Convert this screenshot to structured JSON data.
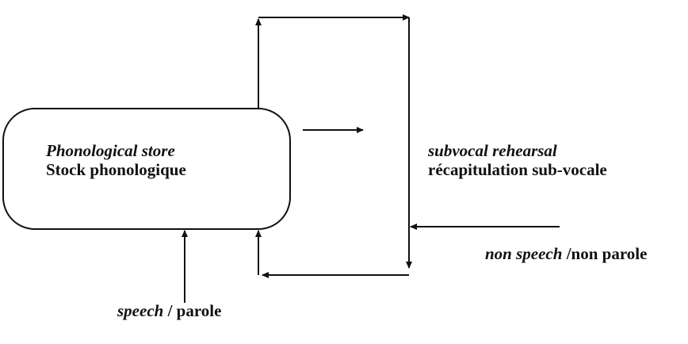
{
  "phonological_store": {
    "english": "Phonological store",
    "french": "Stock phonologique"
  },
  "subvocal_rehearsal": {
    "english": "subvocal rehearsal",
    "french": "récapitulation sub-vocale"
  },
  "non_speech": {
    "english": "non speech",
    "separator": " /",
    "french": "non parole"
  },
  "speech": {
    "english": "speech",
    "separator": " / ",
    "french": "parole"
  },
  "colors": {
    "ink": "#111111",
    "background": "#ffffff"
  }
}
